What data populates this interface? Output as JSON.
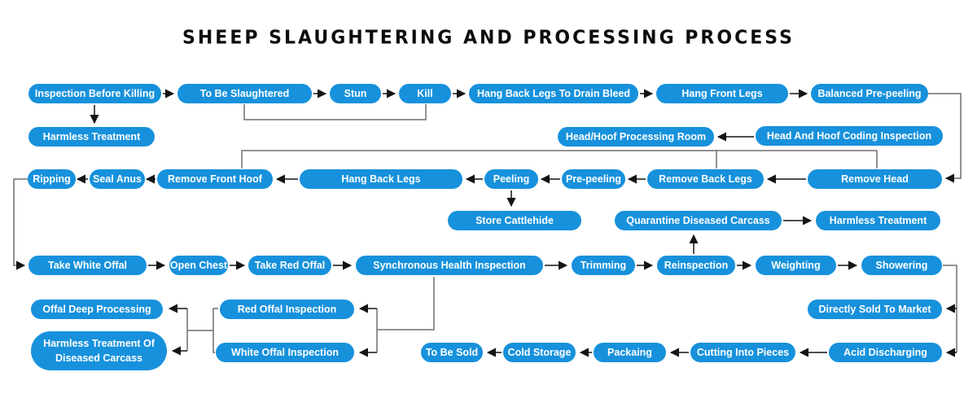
{
  "title": "Sheep Slaughtering And Processing Process",
  "colors": {
    "node_fill": "#1791dc",
    "node_text": "#ffffff",
    "routing_line": "#6e6e6e",
    "arrow_line": "#141414",
    "title_text": "#0d0d0d"
  },
  "nodes": {
    "inspection_before_killing": "Inspection Before Killing",
    "to_be_slaughtered": "To Be Slaughtered",
    "stun": "Stun",
    "kill": "Kill",
    "hang_back_legs_drain": "Hang Back Legs To Drain Bleed",
    "hang_front_legs": "Hang Front Legs",
    "balanced_pre_peeling": "Balanced Pre-peeling",
    "harmless_treatment_1": "Harmless Treatment",
    "head_hoof_processing_room": "Head/Hoof Processing Room",
    "head_hoof_coding_inspection": "Head And Hoof Coding Inspection",
    "ripping": "Ripping",
    "seal_anus": "Seal Anus",
    "remove_front_hoof": "Remove Front Hoof",
    "hang_back_legs": "Hang Back Legs",
    "peeling": "Peeling",
    "pre_peeling": "Pre-peeling",
    "remove_back_legs": "Remove Back Legs",
    "remove_head": "Remove Head",
    "store_cattlehide": "Store Cattlehide",
    "quarantine_diseased_carcass": "Quarantine Diseased Carcass",
    "harmless_treatment_2": "Harmless Treatment",
    "take_white_offal": "Take White Offal",
    "open_chest": "Open Chest",
    "take_red_offal": "Take Red Offal",
    "synchronous_health_inspection": "Synchronous Health Inspection",
    "trimming": "Trimming",
    "reinspection": "Reinspection",
    "weighting": "Weighting",
    "showering": "Showering",
    "offal_deep_processing": "Offal Deep Processing",
    "red_offal_inspection": "Red Offal Inspection",
    "directly_sold_to_market": "Directly Sold To Market",
    "harmless_treatment_diseased": "Harmless Treatment Of Diseased Carcass",
    "white_offal_inspection": "White Offal Inspection",
    "to_be_sold": "To Be Sold",
    "cold_storage": "Cold Storage",
    "packaing": "Packaing",
    "cutting_into_pieces": "Cutting Into Pieces",
    "acid_discharging": "Acid Discharging"
  },
  "edges": [
    {
      "from": "inspection_before_killing",
      "to": "to_be_slaughtered",
      "style": "arrow"
    },
    {
      "from": "to_be_slaughtered",
      "to": "stun",
      "style": "arrow"
    },
    {
      "from": "stun",
      "to": "kill",
      "style": "arrow"
    },
    {
      "from": "kill",
      "to": "hang_back_legs_drain",
      "style": "arrow"
    },
    {
      "from": "hang_back_legs_drain",
      "to": "hang_front_legs",
      "style": "arrow"
    },
    {
      "from": "hang_front_legs",
      "to": "balanced_pre_peeling",
      "style": "arrow"
    },
    {
      "from": "inspection_before_killing",
      "to": "harmless_treatment_1",
      "style": "arrow"
    },
    {
      "from": "to_be_slaughtered",
      "to": "kill",
      "style": "line"
    },
    {
      "from": "head_hoof_coding_inspection",
      "to": "head_hoof_processing_room",
      "style": "arrow"
    },
    {
      "from": "balanced_pre_peeling",
      "to": "remove_head",
      "style": "arrow"
    },
    {
      "from": "remove_head",
      "to": "remove_back_legs",
      "style": "arrow"
    },
    {
      "from": "remove_back_legs",
      "to": "pre_peeling",
      "style": "arrow"
    },
    {
      "from": "pre_peeling",
      "to": "peeling",
      "style": "arrow"
    },
    {
      "from": "peeling",
      "to": "hang_back_legs",
      "style": "arrow"
    },
    {
      "from": "hang_back_legs",
      "to": "remove_front_hoof",
      "style": "arrow"
    },
    {
      "from": "remove_front_hoof",
      "to": "seal_anus",
      "style": "arrow"
    },
    {
      "from": "seal_anus",
      "to": "ripping",
      "style": "arrow"
    },
    {
      "from": "remove_front_hoof",
      "to": "remove_back_legs",
      "style": "line"
    },
    {
      "from": "remove_back_legs",
      "to": "remove_head",
      "style": "line"
    },
    {
      "from": "ripping",
      "to": "take_white_offal",
      "style": "arrow"
    },
    {
      "from": "peeling",
      "to": "store_cattlehide",
      "style": "arrow"
    },
    {
      "from": "quarantine_diseased_carcass",
      "to": "harmless_treatment_2",
      "style": "arrow"
    },
    {
      "from": "reinspection",
      "to": "quarantine_diseased_carcass",
      "style": "arrow"
    },
    {
      "from": "take_white_offal",
      "to": "open_chest",
      "style": "arrow"
    },
    {
      "from": "open_chest",
      "to": "take_red_offal",
      "style": "arrow"
    },
    {
      "from": "take_red_offal",
      "to": "synchronous_health_inspection",
      "style": "arrow"
    },
    {
      "from": "synchronous_health_inspection",
      "to": "trimming",
      "style": "arrow"
    },
    {
      "from": "trimming",
      "to": "reinspection",
      "style": "arrow"
    },
    {
      "from": "reinspection",
      "to": "weighting",
      "style": "arrow"
    },
    {
      "from": "weighting",
      "to": "showering",
      "style": "arrow"
    },
    {
      "from": "synchronous_health_inspection",
      "to": "red_offal_inspection",
      "style": "arrow"
    },
    {
      "from": "synchronous_health_inspection",
      "to": "white_offal_inspection",
      "style": "arrow"
    },
    {
      "from": "red_offal_inspection",
      "to": "offal_deep_processing",
      "style": "arrow"
    },
    {
      "from": "red_offal_inspection",
      "to": "harmless_treatment_diseased",
      "style": "arrow"
    },
    {
      "from": "white_offal_inspection",
      "to": "offal_deep_processing",
      "style": "arrow"
    },
    {
      "from": "white_offal_inspection",
      "to": "harmless_treatment_diseased",
      "style": "arrow"
    },
    {
      "from": "showering",
      "to": "directly_sold_to_market",
      "style": "arrow"
    },
    {
      "from": "showering",
      "to": "acid_discharging",
      "style": "arrow"
    },
    {
      "from": "acid_discharging",
      "to": "cutting_into_pieces",
      "style": "arrow"
    },
    {
      "from": "cutting_into_pieces",
      "to": "packaing",
      "style": "arrow"
    },
    {
      "from": "packaing",
      "to": "cold_storage",
      "style": "arrow"
    },
    {
      "from": "cold_storage",
      "to": "to_be_sold",
      "style": "arrow"
    }
  ]
}
